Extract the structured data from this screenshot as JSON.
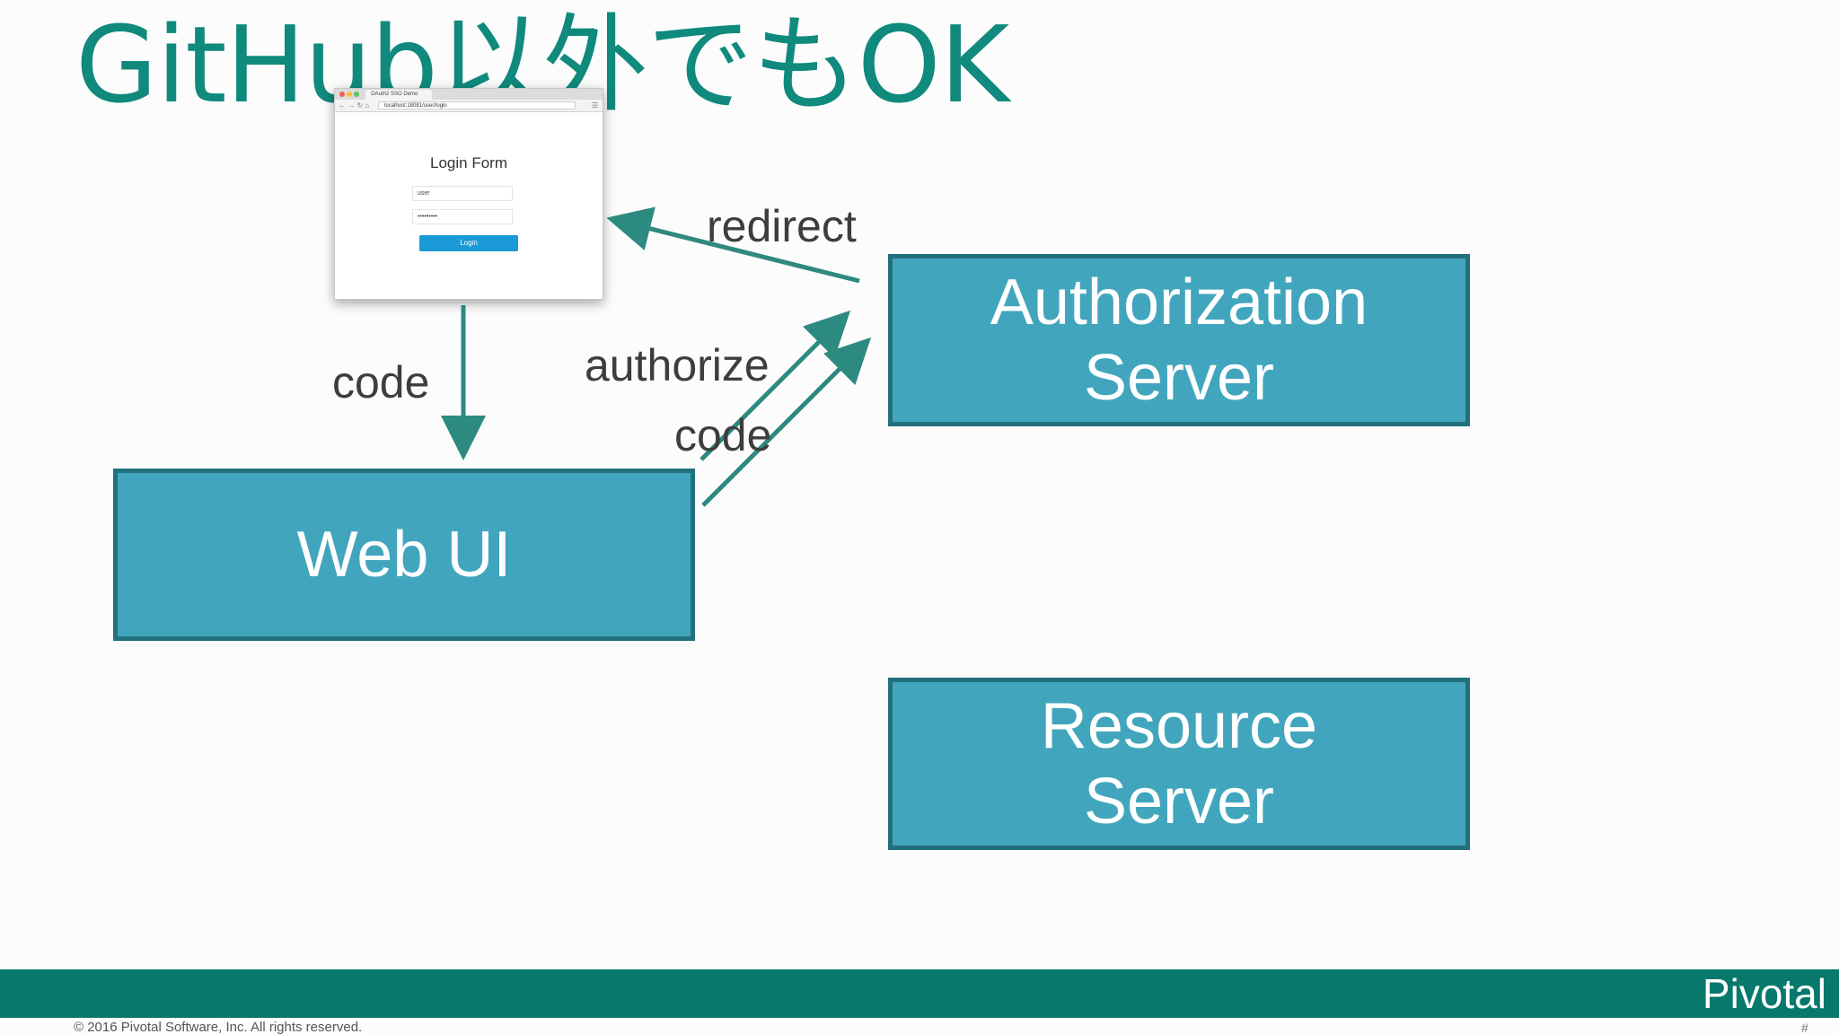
{
  "slide": {
    "title": "GitHub以外でもOK"
  },
  "diagram": {
    "nodes": {
      "authorization_server": {
        "line1": "Authorization",
        "line2": "Server"
      },
      "web_ui": {
        "label": "Web UI"
      },
      "resource_server": {
        "line1": "Resource",
        "line2": "Server"
      }
    },
    "edges": {
      "redirect": "redirect",
      "code_to_webui": "code",
      "authorize": "authorize",
      "code_to_authz": "code"
    },
    "colors": {
      "box_fill": "#41a6bd",
      "box_border": "#22707e",
      "arrow": "#2d8a80",
      "title": "#0f8a7c"
    }
  },
  "browser": {
    "tab_title": "OAuth2 SSO Demo",
    "url": "localhost:18081/user/login",
    "nav_icons": [
      "back-icon",
      "forward-icon",
      "reload-icon",
      "home-icon"
    ],
    "form": {
      "title": "Login Form",
      "username_value": "user",
      "password_value": "•••••••••",
      "login_label": "Login"
    }
  },
  "footer": {
    "brand": "Pivotal",
    "copyright": "© 2016 Pivotal Software, Inc.  All rights reserved.",
    "page_mark": "#"
  }
}
